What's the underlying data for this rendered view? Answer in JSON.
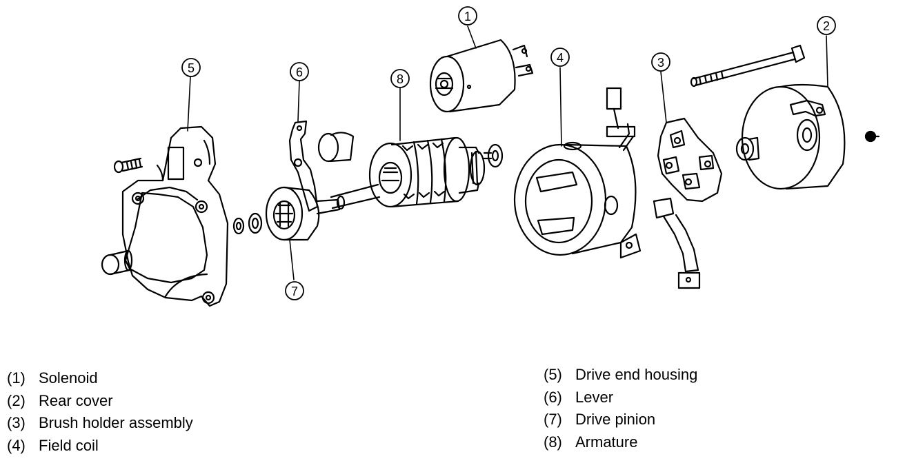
{
  "callouts": [
    {
      "num": "1"
    },
    {
      "num": "2"
    },
    {
      "num": "3"
    },
    {
      "num": "4"
    },
    {
      "num": "5"
    },
    {
      "num": "6"
    },
    {
      "num": "7"
    },
    {
      "num": "8"
    }
  ],
  "legend": {
    "left": [
      {
        "num": "(1)",
        "label": "Solenoid"
      },
      {
        "num": "(2)",
        "label": "Rear cover"
      },
      {
        "num": "(3)",
        "label": "Brush holder assembly"
      },
      {
        "num": "(4)",
        "label": "Field coil"
      }
    ],
    "right": [
      {
        "num": "(5)",
        "label": "Drive end housing"
      },
      {
        "num": "(6)",
        "label": "Lever"
      },
      {
        "num": "(7)",
        "label": "Drive pinion"
      },
      {
        "num": "(8)",
        "label": "Armature"
      }
    ]
  }
}
